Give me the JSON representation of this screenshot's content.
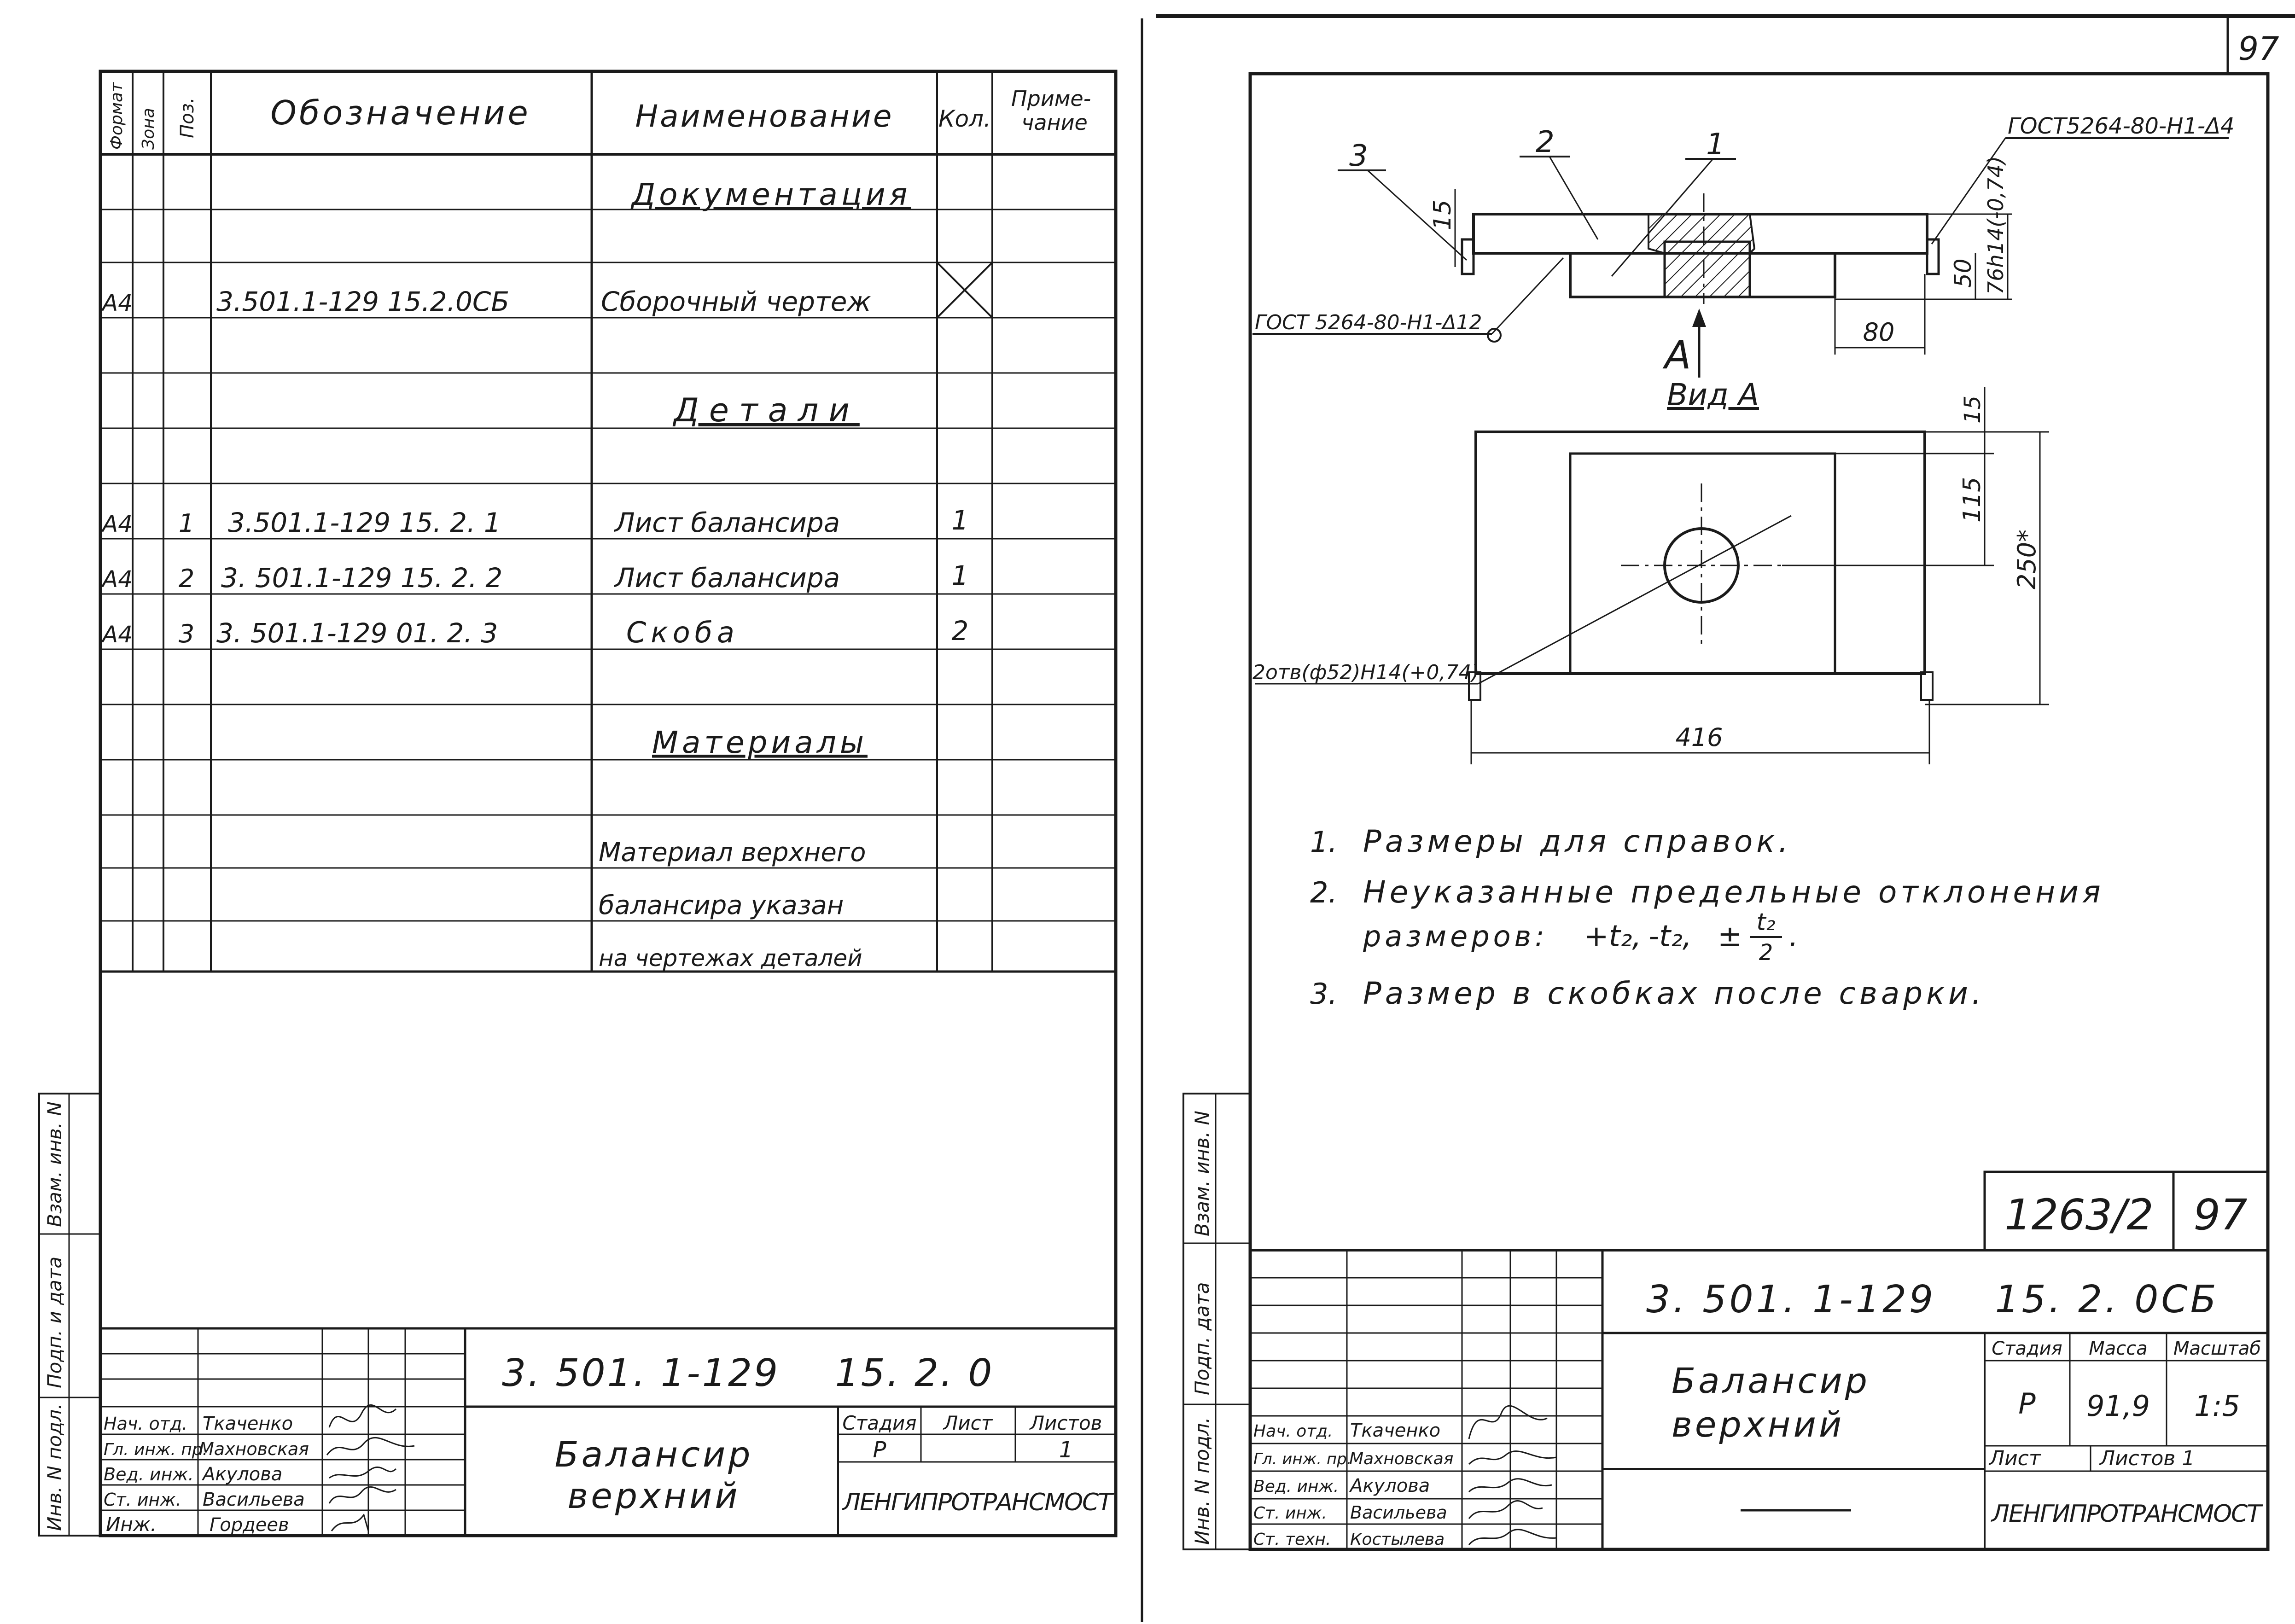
{
  "left_sheet": {
    "headers": {
      "format": "Формат",
      "zone": "Зона",
      "pos": "Поз.",
      "designation": "Обозначение",
      "name": "Наименование",
      "qty": "Кол.",
      "note": "Приме-\nчание"
    },
    "sections": {
      "documentation": "Документация",
      "details": "Детали",
      "materials": "Материалы"
    },
    "rows": [
      {
        "format": "A4",
        "pos": "",
        "designation": "3.501.1-129 15.2.0СБ",
        "name": "Сборочный чертеж",
        "qty": ""
      },
      {
        "format": "A4",
        "pos": "1",
        "designation": "3.501.1-129 15. 2. 1",
        "name": "Лист балансира",
        "qty": "1"
      },
      {
        "format": "A4",
        "pos": "2",
        "designation": "3. 501.1-129 15. 2. 2",
        "name": "Лист балансира",
        "qty": "1"
      },
      {
        "format": "A4",
        "pos": "3",
        "designation": "3. 501.1-129 01. 2. 3",
        "name": "Скоба",
        "qty": "2"
      }
    ],
    "material_note": [
      "Материал верхнего",
      "балансира указан",
      "на чертежах деталей"
    ],
    "side_labels": [
      "Взам. инв. N",
      "Подп. и дата",
      "Инв. N подл."
    ],
    "title_block": {
      "code": "3. 501. 1-129    15. 2. 0",
      "title_line1": "Балансир",
      "title_line2": "верхний",
      "stage_label": "Стадия",
      "sheet_label": "Лист",
      "sheets_label": "Листов",
      "stage": "Р",
      "sheets": "1",
      "org": "ЛЕНГИПРОТРАНСМОСТ",
      "people": [
        {
          "role": "Нач. отд.",
          "name": "Ткаченко"
        },
        {
          "role": "Гл. инж. пр.",
          "name": "Махновская"
        },
        {
          "role": "Вед. инж.",
          "name": "Акулова"
        },
        {
          "role": "Ст. инж.",
          "name": "Васильева"
        },
        {
          "role": "Инж.",
          "name": "Гордеев"
        }
      ]
    }
  },
  "right_sheet": {
    "page_number": "97",
    "drawing": {
      "callouts": [
        "3",
        "2",
        "1"
      ],
      "gost_top": "ГОСТ5264-80-Н1-Δ4",
      "gost_bottom": "ГОСТ 5264-80-Н1-Δ12",
      "dim_15_top": "15",
      "dim_76h14": "76h14(-0,74)",
      "dim_50": "50",
      "dim_80": "80",
      "view_arrow": "А",
      "view_label": "Вид А",
      "dim_15_view": "15",
      "dim_115": "115",
      "dim_250": "250*",
      "holes": "2отв(ф52)Н14(+0,74)",
      "dim_416": "416"
    },
    "notes": [
      {
        "num": "1.",
        "text": "Размеры для справок."
      },
      {
        "num": "2.",
        "text": "Неуказанные предельные отклонения"
      },
      {
        "num": "",
        "text": "размеров:"
      },
      {
        "num": "3.",
        "text": "Размер в скобках после сварки."
      }
    ],
    "tolerance": {
      "plus": "+t₂,",
      "minus": "-t₂,",
      "pm": "±",
      "numerator": "t₂",
      "denominator": "2",
      "tail": "."
    },
    "side_labels": [
      "Взам. инв. N",
      "Подп. дата",
      "Инв. N подл."
    ],
    "stamp": {
      "ref": "1263/2",
      "sheet": "97"
    },
    "title_block": {
      "code": "3. 501. 1-129    15. 2. 0СБ",
      "title_line1": "Балансир",
      "title_line2": "верхний",
      "stage_label": "Стадия",
      "mass_label": "Масса",
      "scale_label": "Масштаб",
      "stage": "Р",
      "mass": "91,9",
      "scale": "1:5",
      "sheet_label": "Лист",
      "sheets_label": "Листов 1",
      "org": "ЛЕНГИПРОТРАНСМОСТ",
      "people": [
        {
          "role": "Нач. отд.",
          "name": "Ткаченко"
        },
        {
          "role": "Гл. инж. пр.",
          "name": "Махновская"
        },
        {
          "role": "Вед. инж.",
          "name": "Акулова"
        },
        {
          "role": "Ст. инж.",
          "name": "Васильева"
        },
        {
          "role": "Ст. техн.",
          "name": "Костылева"
        }
      ]
    }
  }
}
